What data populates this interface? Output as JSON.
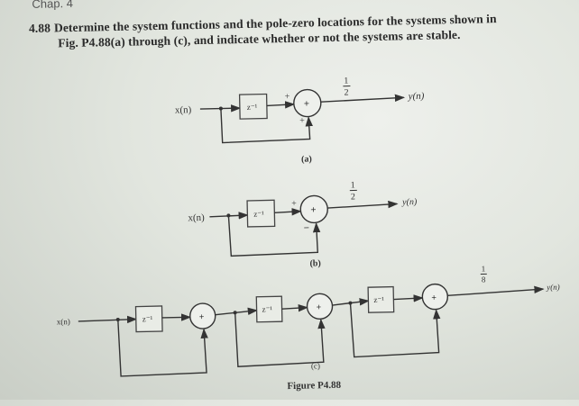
{
  "header": {
    "chapter": "Chap. 4"
  },
  "problem": {
    "number": "4.88",
    "line1": "Determine the system functions and the pole-zero locations for the systems shown in",
    "line2": "Fig. P4.88(a) through (c), and indicate whether or not the systems are stable."
  },
  "diagrams": {
    "a": {
      "input": "x(n)",
      "delay": "z⁻¹",
      "sum": "+",
      "sign_top": "+",
      "sign_bottom": "+",
      "gain_num": "1",
      "gain_den": "2",
      "output": "y(n)",
      "caption": "(a)"
    },
    "b": {
      "input": "x(n)",
      "delay": "z⁻¹",
      "sum": "+",
      "sign_top": "+",
      "sign_bottom": "−",
      "gain_num": "1",
      "gain_den": "2",
      "output": "y(n)",
      "caption": "(b)"
    },
    "c": {
      "input": "x(n)",
      "delay1": "z⁻¹",
      "delay2": "z⁻¹",
      "delay3": "z⁻¹",
      "sum1": "+",
      "sum2": "+",
      "sum3": "+",
      "gain_num": "1",
      "gain_den": "8",
      "output": "y(n)",
      "caption": "(c)"
    }
  },
  "figure_caption": "Figure P4.88"
}
